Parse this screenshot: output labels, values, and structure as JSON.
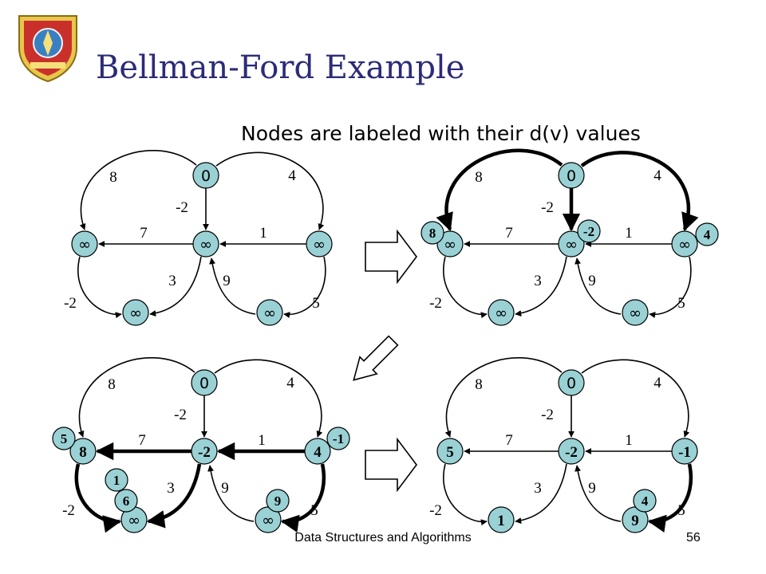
{
  "slide": {
    "title": "Bellman-Ford Example",
    "subtitle": "Nodes are labeled with their d(v) values",
    "footer": "Data Structures and Algorithms",
    "page_number": "56"
  },
  "colors": {
    "node_fill": "#99d1d5",
    "node_stroke": "#000000",
    "title": "#2b2b78",
    "arrow_fill": "#ffffff"
  },
  "diagrams": [
    {
      "id": "graph-1",
      "nodes": [
        {
          "id": "s",
          "label": "0"
        },
        {
          "id": "a",
          "label": "∞"
        },
        {
          "id": "b",
          "label": "∞"
        },
        {
          "id": "c",
          "label": "∞"
        },
        {
          "id": "d",
          "label": "∞"
        },
        {
          "id": "e",
          "label": "∞"
        }
      ],
      "edges": [
        {
          "from": "s",
          "to": "a",
          "weight": "8"
        },
        {
          "from": "s",
          "to": "c",
          "weight": "4"
        },
        {
          "from": "s",
          "to": "b",
          "weight": "-2"
        },
        {
          "from": "b",
          "to": "a",
          "weight": "7"
        },
        {
          "from": "c",
          "to": "b",
          "weight": "1"
        },
        {
          "from": "a",
          "to": "d",
          "weight": "-2"
        },
        {
          "from": "b",
          "to": "d",
          "weight": "3"
        },
        {
          "from": "e",
          "to": "b",
          "weight": "9"
        },
        {
          "from": "c",
          "to": "e",
          "weight": "5"
        }
      ],
      "badges": []
    },
    {
      "id": "graph-2",
      "nodes": [
        {
          "id": "s",
          "label": "0"
        },
        {
          "id": "a",
          "label": "∞"
        },
        {
          "id": "b",
          "label": "∞"
        },
        {
          "id": "c",
          "label": "∞"
        },
        {
          "id": "d",
          "label": "∞"
        },
        {
          "id": "e",
          "label": "∞"
        }
      ],
      "edges": [
        {
          "from": "s",
          "to": "a",
          "weight": "8",
          "highlight": true
        },
        {
          "from": "s",
          "to": "c",
          "weight": "4",
          "highlight": true
        },
        {
          "from": "s",
          "to": "b",
          "weight": "-2",
          "highlight": true
        },
        {
          "from": "b",
          "to": "a",
          "weight": "7"
        },
        {
          "from": "c",
          "to": "b",
          "weight": "1"
        },
        {
          "from": "a",
          "to": "d",
          "weight": "-2"
        },
        {
          "from": "b",
          "to": "d",
          "weight": "3"
        },
        {
          "from": "e",
          "to": "b",
          "weight": "9"
        },
        {
          "from": "c",
          "to": "e",
          "weight": "5"
        }
      ],
      "badges": [
        {
          "node": "a",
          "label": "8"
        },
        {
          "node": "b",
          "label": "-2"
        },
        {
          "node": "c",
          "label": "4"
        }
      ]
    },
    {
      "id": "graph-3",
      "nodes": [
        {
          "id": "s",
          "label": "0"
        },
        {
          "id": "a",
          "label": "8"
        },
        {
          "id": "b",
          "label": "-2"
        },
        {
          "id": "c",
          "label": "4"
        },
        {
          "id": "d",
          "label": "∞"
        },
        {
          "id": "e",
          "label": "∞"
        }
      ],
      "edges": [
        {
          "from": "s",
          "to": "a",
          "weight": "8"
        },
        {
          "from": "s",
          "to": "c",
          "weight": "4"
        },
        {
          "from": "s",
          "to": "b",
          "weight": "-2"
        },
        {
          "from": "b",
          "to": "a",
          "weight": "7",
          "highlight": true
        },
        {
          "from": "c",
          "to": "b",
          "weight": "1",
          "highlight": true
        },
        {
          "from": "a",
          "to": "d",
          "weight": "-2",
          "highlight": true
        },
        {
          "from": "b",
          "to": "d",
          "weight": "3",
          "highlight": true
        },
        {
          "from": "e",
          "to": "b",
          "weight": "9"
        },
        {
          "from": "c",
          "to": "e",
          "weight": "5",
          "highlight": true
        }
      ],
      "badges": [
        {
          "node": "a",
          "label": "5"
        },
        {
          "node": "c",
          "label": "-1"
        },
        {
          "node": "d",
          "label": "6"
        },
        {
          "node": "d",
          "label": "1"
        },
        {
          "node": "e",
          "label": "9"
        }
      ]
    },
    {
      "id": "graph-4",
      "nodes": [
        {
          "id": "s",
          "label": "0"
        },
        {
          "id": "a",
          "label": "5"
        },
        {
          "id": "b",
          "label": "-2"
        },
        {
          "id": "c",
          "label": "-1"
        },
        {
          "id": "d",
          "label": "1"
        },
        {
          "id": "e",
          "label": "9"
        }
      ],
      "edges": [
        {
          "from": "s",
          "to": "a",
          "weight": "8"
        },
        {
          "from": "s",
          "to": "c",
          "weight": "4"
        },
        {
          "from": "s",
          "to": "b",
          "weight": "-2"
        },
        {
          "from": "b",
          "to": "a",
          "weight": "7"
        },
        {
          "from": "c",
          "to": "b",
          "weight": "1"
        },
        {
          "from": "a",
          "to": "d",
          "weight": "-2"
        },
        {
          "from": "b",
          "to": "d",
          "weight": "3"
        },
        {
          "from": "e",
          "to": "b",
          "weight": "9"
        },
        {
          "from": "c",
          "to": "e",
          "weight": "5",
          "highlight": true
        }
      ],
      "badges": [
        {
          "node": "e",
          "label": "4"
        }
      ]
    }
  ]
}
